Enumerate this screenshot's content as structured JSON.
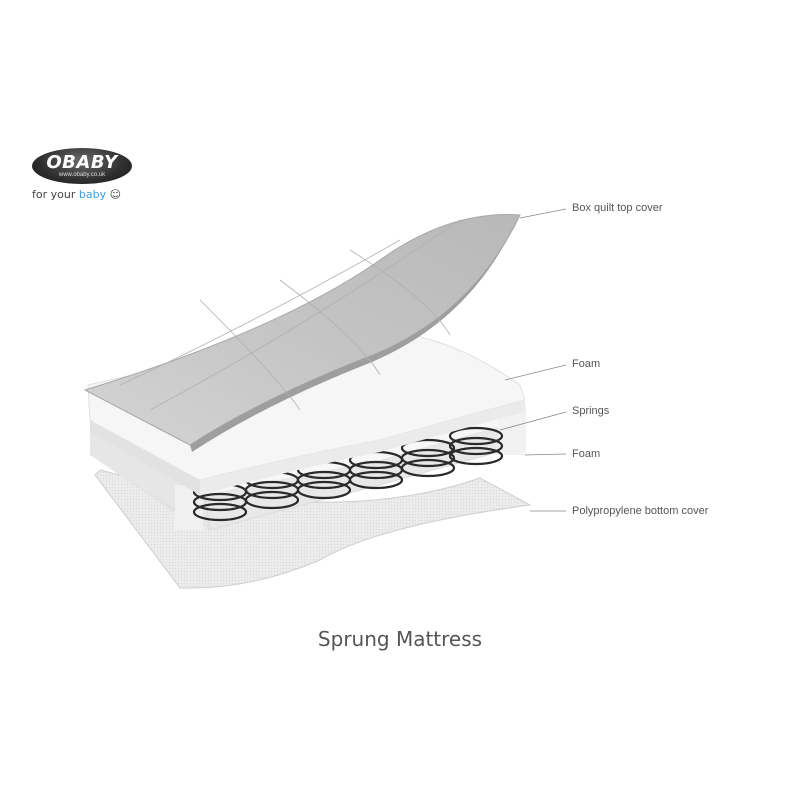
{
  "logo": {
    "brand": "OBABY",
    "url": "www.obaby.co.uk",
    "tagline_prefix": "for your ",
    "tagline_highlight": "baby",
    "tagline_suffix": " ☺"
  },
  "labels": [
    {
      "id": "box-quilt-top-cover",
      "text": "Box quilt top cover"
    },
    {
      "id": "foam-top",
      "text": "Foam"
    },
    {
      "id": "springs",
      "text": "Springs"
    },
    {
      "id": "foam-bottom",
      "text": "Foam"
    },
    {
      "id": "polypropylene-bottom-cover",
      "text": "Polypropylene bottom cover"
    }
  ],
  "caption": "Sprung Mattress",
  "colors": {
    "background": "#ffffff",
    "label_text": "#555555",
    "leader_line": "#888888",
    "cover": "#c8c8c8",
    "foam": "#f2f2f2",
    "spring": "#2a2a2a"
  }
}
